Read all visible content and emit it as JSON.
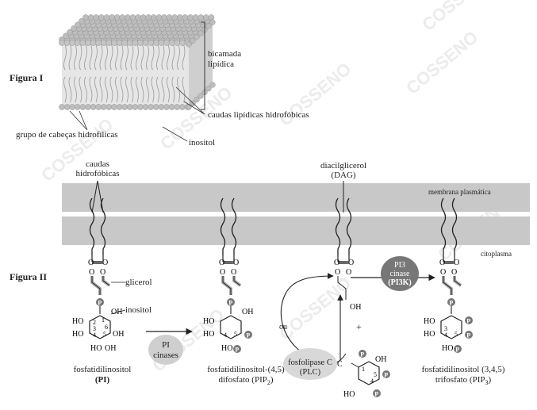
{
  "watermark": "COSSENO",
  "figure1": {
    "title": "Figura I",
    "bilayer": [
      "bicamada",
      "lipídica"
    ],
    "tails": "caudas lipídicas hidrofóbicas",
    "heads": "grupo de cabeças hidrofílicas",
    "inositol": "inositol"
  },
  "figure2": {
    "title": "Figura II",
    "tails": [
      "caudas",
      "hidrofóbicas"
    ],
    "dag": [
      "diacilglicerol",
      "(DAG)"
    ],
    "membrane": "membrana plasmática",
    "cytoplasm": "citoplasma",
    "glycerol": "glicerol",
    "inositol": "inositol",
    "pi_kinases": [
      "PI",
      "cinases"
    ],
    "plc": [
      "fosfolipase C",
      "(PLC)"
    ],
    "pi3k": [
      "PI3",
      "cinase",
      "(PI3K)"
    ],
    "or": "ou",
    "plus": "+",
    "pi": [
      "fosfatidilinositol",
      "(PI)"
    ],
    "pip2": [
      "fosfatidilinositol-(4,5)",
      "difosfato (PIP",
      "2",
      ")"
    ],
    "pip3": [
      "fosfatidilinositol (3,4,5)",
      "trifosfato (PIP",
      "3",
      ")"
    ],
    "atoms": {
      "ho": "HO",
      "oh": "OH",
      "o": "O",
      "p": "P",
      "c": "C"
    },
    "ring_numbers": [
      "1",
      "2",
      "3",
      "4",
      "5",
      "6"
    ]
  }
}
